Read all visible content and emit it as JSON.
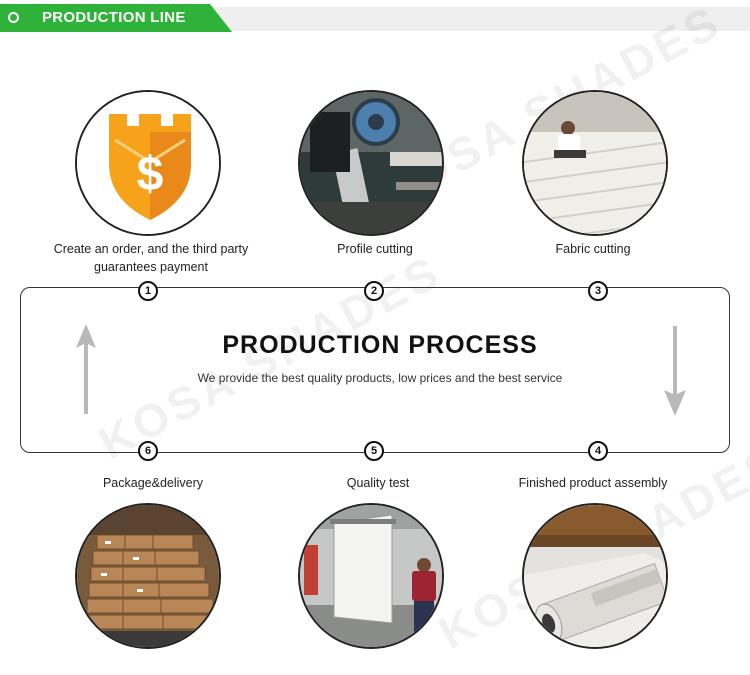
{
  "header": {
    "title": "PRODUCTION LINE"
  },
  "watermark": "KOSA SHADES",
  "steps_top": [
    {
      "number": "1",
      "caption": "Create an order, and the third party guarantees payment",
      "image_icon": "payment-shield-icon"
    },
    {
      "number": "2",
      "caption": "Profile cutting",
      "image_icon": "profile-cutting-photo"
    },
    {
      "number": "3",
      "caption": "Fabric cutting",
      "image_icon": "fabric-cutting-photo"
    }
  ],
  "steps_bottom": [
    {
      "number": "6",
      "caption": "Package&delivery",
      "image_icon": "packages-photo"
    },
    {
      "number": "5",
      "caption": "Quality test",
      "image_icon": "quality-test-photo"
    },
    {
      "number": "4",
      "caption": "Finished product assembly",
      "image_icon": "assembly-photo"
    }
  ],
  "process": {
    "title": "PRODUCTION PROCESS",
    "subtitle": "We provide the best quality products, low prices and the best service"
  },
  "colors": {
    "brand_green": "#2fb23a",
    "shield_orange": "#f7a21b",
    "arrow_gray": "#b9b9b9"
  }
}
